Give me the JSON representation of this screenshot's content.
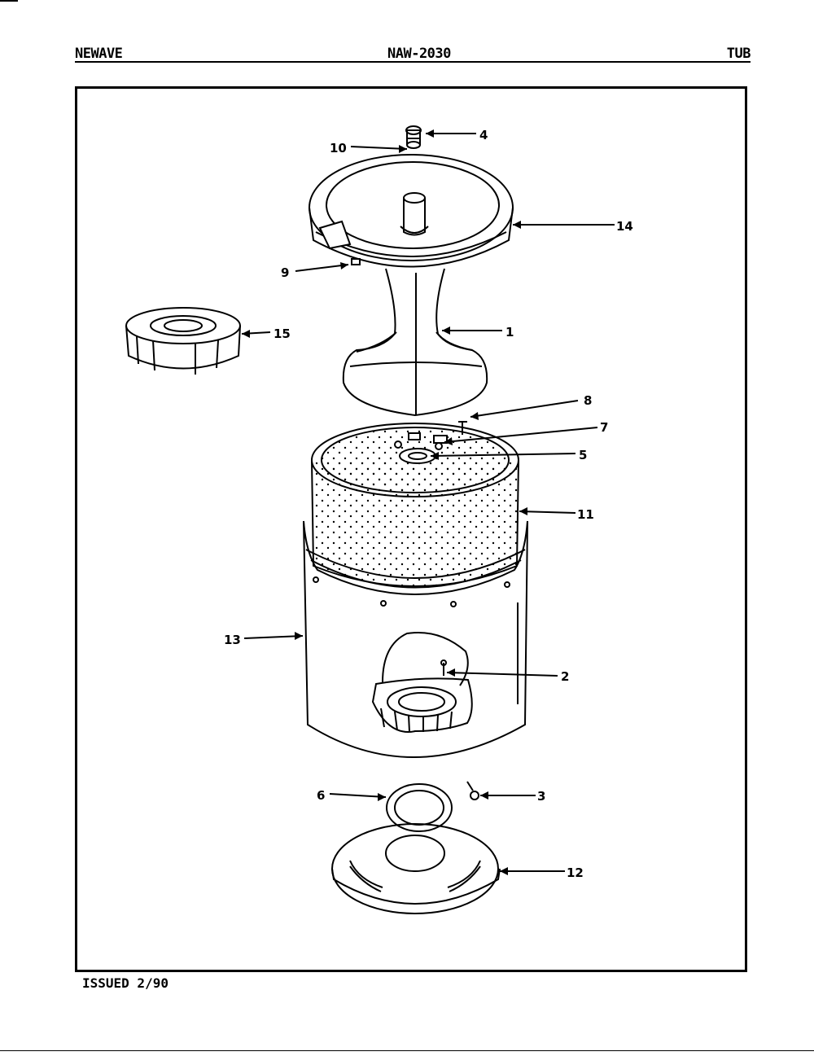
{
  "header": {
    "brand": "NEWAVE",
    "model": "NAW-2030",
    "section": "TUB"
  },
  "footer": {
    "issued": "ISSUED 2/90"
  },
  "callouts": {
    "c1": "1",
    "c2": "2",
    "c3": "3",
    "c4": "4",
    "c5": "5",
    "c6": "6",
    "c7": "7",
    "c8": "8",
    "c9": "9",
    "c10": "10",
    "c11": "11",
    "c12": "12",
    "c13": "13",
    "c14": "14",
    "c15": "15"
  }
}
